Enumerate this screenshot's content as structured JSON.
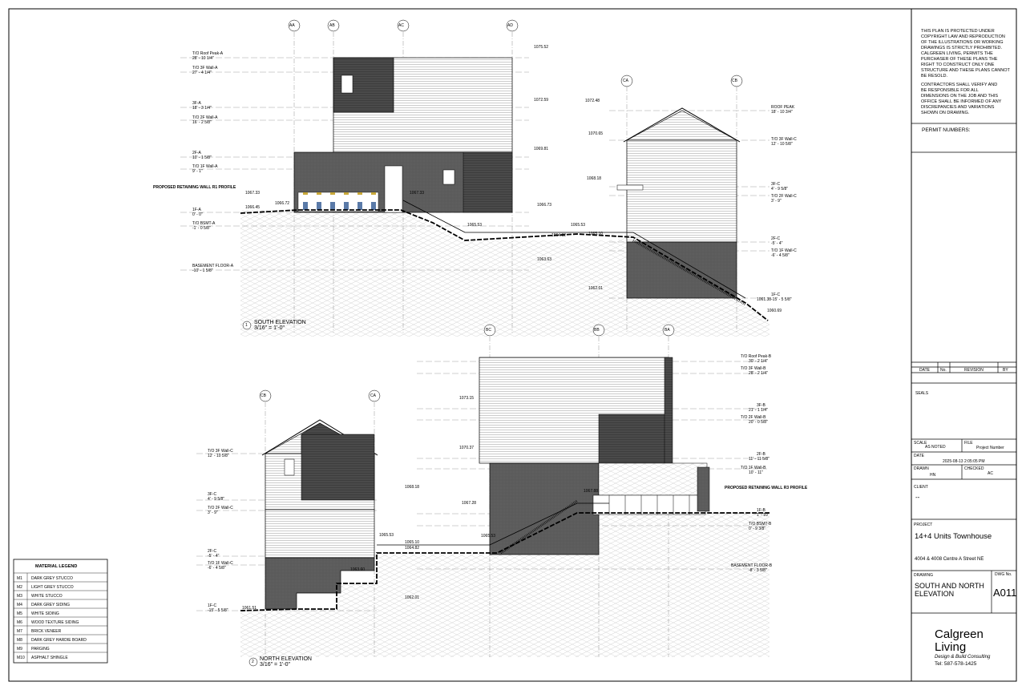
{
  "notice": {
    "lines": [
      "THIS PLAN IS PROTECTED UNDER",
      "COPYRIGHT LAW AND REPRODUCTION",
      "OF THE ILLUSTRATIONS OR WORKING",
      "DRAWINGS IS STRICTLY PROHIBITED.",
      "CALGREEN LIVING, PERMITS THE",
      "PURCHASER OF THESE PLANS THE",
      "RIGHT TO CONSTRUCT ONLY ONE",
      "STRUCTURE AND THESE PLANS CANNOT",
      "BE RESOLD."
    ],
    "contractor_lines": [
      "CONTRACTORS SHALL VERIFY AND",
      "BE RESPONSIBLE FOR ALL",
      "DIMENSIONS ON THE JOB AND THIS",
      "OFFICE SHALL BE INFORMED OF ANY",
      "DISCREPANCIES AND VARIATIONS",
      "SHOWN ON DRAWING."
    ]
  },
  "permit_label": "PERMIT NUMBERS:",
  "revision_headers": [
    "DATE",
    "No.",
    "REVISION",
    "BY"
  ],
  "seals_label": "SEALS",
  "scale": {
    "label": "SCALE",
    "value": "AS NOTED"
  },
  "file": {
    "label": "FILE",
    "value": "Project Number"
  },
  "date": {
    "label": "DATE",
    "value": "2025-08-13 2:05:05 PM"
  },
  "drawn": {
    "label": "DRAWN",
    "value": "HN"
  },
  "checked": {
    "label": "CHECKED",
    "value": "AC"
  },
  "client": {
    "label": "CLIENT",
    "value": "--"
  },
  "project": {
    "label": "PROJECT",
    "name": "14+4 Units Townhouse",
    "address": "4004 & 4008 Centre A Street NE"
  },
  "drawing": {
    "label": "DRAWING",
    "line1": "SOUTH AND NORTH",
    "line2": "ELEVATION",
    "dwg_label": "DWG No.",
    "dwg_no": "A011"
  },
  "logo": {
    "line1": "Calgreen",
    "line2": "Living",
    "tagline": "Design & Build  Consulting",
    "tel": "Tel: 587-578-1425"
  },
  "legend": {
    "title": "MATERIAL LEGEND",
    "items": [
      {
        "code": "M1",
        "name": "DARK GREY STUCCO"
      },
      {
        "code": "M2",
        "name": "LIGHT GREY STUCCO"
      },
      {
        "code": "M3",
        "name": "WHITE STUCCO"
      },
      {
        "code": "M4",
        "name": "DARK GREY SIDING"
      },
      {
        "code": "M5",
        "name": "WHITE SIDING"
      },
      {
        "code": "M6",
        "name": "WOOD TEXTURE SIDING"
      },
      {
        "code": "M7",
        "name": "BRICK VENEER"
      },
      {
        "code": "M8",
        "name": "DARK GREY HARDIE BOARD"
      },
      {
        "code": "M9",
        "name": "PARGING"
      },
      {
        "code": "M10",
        "name": "ASPHALT SHINGLE"
      }
    ]
  },
  "south": {
    "title": "SOUTH ELEVATION",
    "scale": "3/16\" = 1'-0\"",
    "number": "1",
    "grids": [
      "AA",
      "AB",
      "AC",
      "AD",
      "CA",
      "CB"
    ],
    "wall_note": "PROPOSED RETAINING WALL R1 PROFILE",
    "levels_left": [
      {
        "name": "T/O Roof Peak-A",
        "value": "28' - 10 1/4\""
      },
      {
        "name": "T/O 3F Wall-A",
        "value": "27' - 4 1/4\""
      },
      {
        "name": "3F-A",
        "value": "18' - 3 1/4\""
      },
      {
        "name": "T/O 2F Wall-A",
        "value": "16' - 2 5/8\""
      },
      {
        "name": "2F-A",
        "value": "10' - 1 5/8\""
      },
      {
        "name": "T/O 1F Wall-A",
        "value": "9' - 1\""
      },
      {
        "name": "1F-A",
        "value": "0' - 0\""
      },
      {
        "name": "T/O BSMT-A",
        "value": "-1' - 0 5/8\""
      },
      {
        "name": "BASEMENT FLOOR-A",
        "value": "-10' - 1 5/8\""
      }
    ],
    "levels_right": [
      {
        "name": "ROOF PEAK",
        "value": "18' - 10 3/4\""
      },
      {
        "name": "T/O 3F Wall-C",
        "value": "12' - 10 5/8\""
      },
      {
        "name": "3F-C",
        "value": "4' - 9 5/8\""
      },
      {
        "name": "T/O 2F Wall-C",
        "value": "3' - 9\""
      },
      {
        "name": "2F-C",
        "value": "-5' - 4\""
      },
      {
        "name": "T/O 1F Wall-C",
        "value": "-6' - 4 5/8\""
      },
      {
        "name": "1F-C",
        "value": "-15' - 5 5/8\""
      }
    ],
    "grades": [
      "1075.52",
      "1072.59",
      "1069.81",
      "1066.73",
      "1063.63",
      "1067.33",
      "1066.72",
      "1066.45",
      "1067.33",
      "1065.53",
      "1064.82",
      "1065.53",
      "1065.10",
      "1072.48",
      "1070.65",
      "1068.18",
      "1062.01",
      "1061.38",
      "1060.69"
    ]
  },
  "north": {
    "title": "NORTH ELEVATION",
    "scale": "3/16\" = 1'-0\"",
    "number": "2",
    "grids": [
      "CB",
      "CA",
      "BC",
      "BB",
      "BA"
    ],
    "wall_note": "PROPOSED RETAINING WALL R3 PROFILE",
    "levels_left": [
      {
        "name": "T/O 3F Wall-C",
        "value": "12' - 10 5/8\""
      },
      {
        "name": "3F-C",
        "value": "4' - 9 5/8\""
      },
      {
        "name": "T/O 2F Wall-C",
        "value": "3' - 9\""
      },
      {
        "name": "2F-C",
        "value": "-5' - 4\""
      },
      {
        "name": "T/O 1F Wall-C",
        "value": "-6' - 4 5/8\""
      },
      {
        "name": "1F-C",
        "value": "-15' - 5 5/8\""
      }
    ],
    "levels_right": [
      {
        "name": "T/O Roof Peak-B",
        "value": "30' - 2 1/4\""
      },
      {
        "name": "T/O 3F Wall-B",
        "value": "28' - 2 1/4\""
      },
      {
        "name": "3F-B",
        "value": "21' - 1 1/4\""
      },
      {
        "name": "T/O 2F Wall-B",
        "value": "20' - 0 5/8\""
      },
      {
        "name": "2F-B",
        "value": "11' - 11 5/8\""
      },
      {
        "name": "T/O 1F Wall-B",
        "value": "10' - 11\""
      },
      {
        "name": "1F-B",
        "value": "1' - 10\""
      },
      {
        "name": "T/O BSMT-B",
        "value": "0' - 9 3/8\""
      },
      {
        "name": "BASEMENT FLOOR-B",
        "value": "-8' - 3 5/8\""
      }
    ],
    "grades": [
      "1073.15",
      "1070.37",
      "1068.18",
      "1067.28",
      "1065.53",
      "1065.10",
      "1064.82",
      "1063.60",
      "1062.01",
      "1061.51",
      "1065.53",
      "1067.88"
    ]
  }
}
